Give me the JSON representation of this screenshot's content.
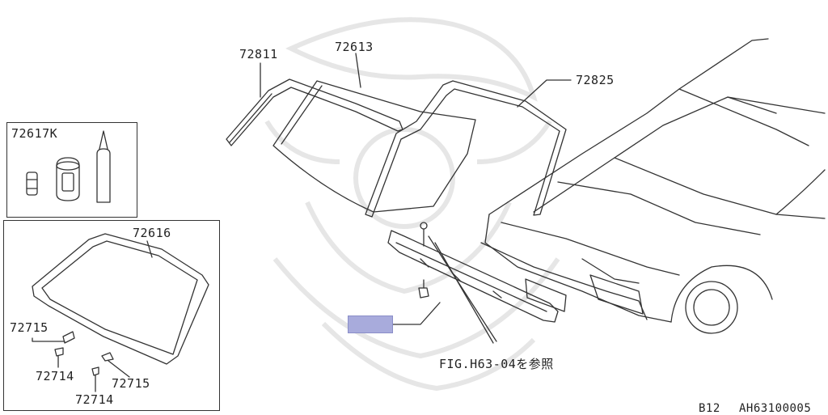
{
  "parts": {
    "molding_top_left": "72811",
    "windshield_glass": "72613",
    "molding_right": "72825",
    "kit": "72617K",
    "dam": "72616",
    "spacer_a_left": "72715",
    "spacer_b_left": "72714",
    "spacer_a_right": "72715",
    "spacer_b_bottom": "72714"
  },
  "reference_note": "FIG.H63-04を参照",
  "footer": {
    "model_code": "B12",
    "diagram_code": "AH63100005"
  },
  "colors": {
    "highlight": "#a8abdc",
    "line": "#333333",
    "watermark": "#e4e4e4"
  }
}
